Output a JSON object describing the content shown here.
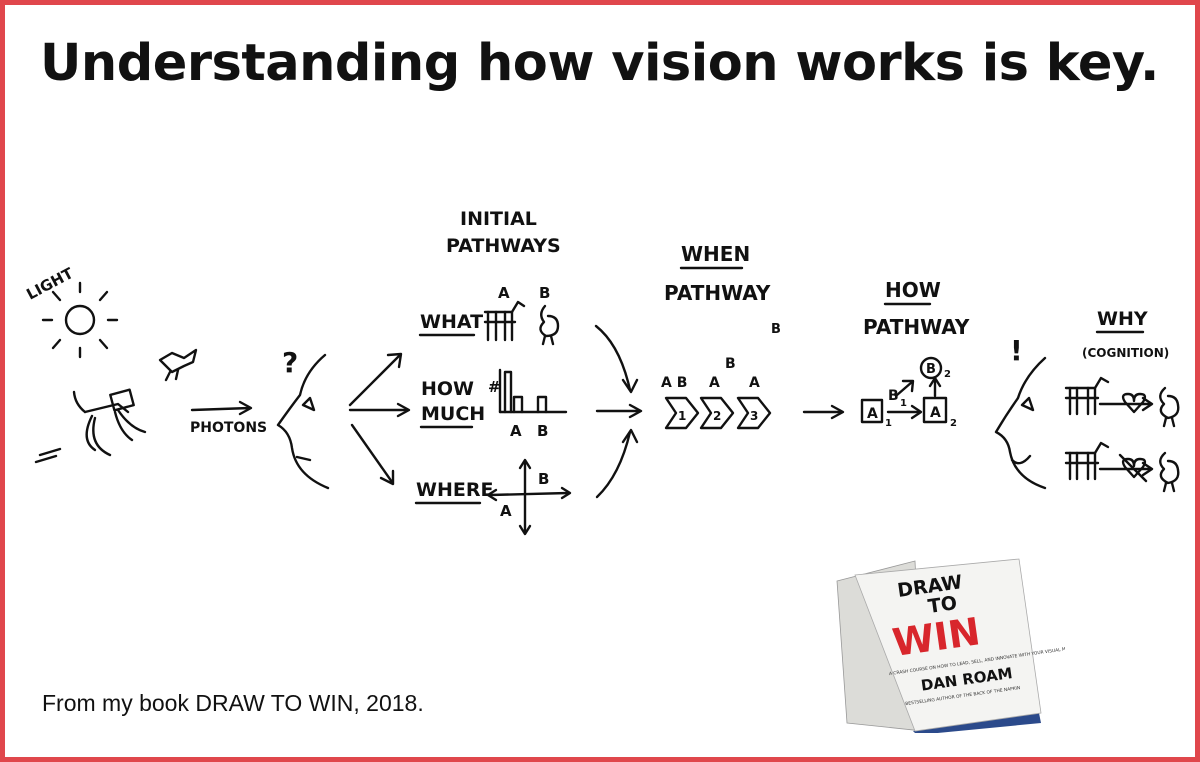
{
  "title": "Understanding how vision works is key.",
  "caption": "From my book DRAW TO WIN, 2018.",
  "diagram": {
    "light": "LIGHT",
    "photons": "PHOTONS",
    "question": "?",
    "initial_pathways": [
      "INITIAL",
      "PATHWAYS"
    ],
    "what": "WHAT",
    "how_much": [
      "HOW",
      "MUCH"
    ],
    "where": "WHERE",
    "hash": "#",
    "letter_a": "A",
    "letter_b": "B",
    "when_pathway": [
      "WHEN",
      "PATHWAY"
    ],
    "when_labels": [
      "A B",
      "A",
      "B",
      "A"
    ],
    "when_steps": [
      "1",
      "2",
      "3"
    ],
    "how_pathway": [
      "HOW",
      "PATHWAY"
    ],
    "how_labels": {
      "a1": "A",
      "sub1": "1",
      "b1": "B",
      "b1sub": "1",
      "b2": "B",
      "b2sub": "2",
      "a2": "A",
      "a2sub": "2"
    },
    "exclaim": "!",
    "why": "WHY",
    "cognition": "(COGNITION)"
  },
  "book": {
    "title_line1": "DRAW",
    "title_line2": "TO",
    "title_line3": "WIN",
    "subtitle": "A CRASH COURSE ON HOW TO LEAD, SELL, AND INNOVATE WITH YOUR VISUAL MIND",
    "author": "DAN ROAM",
    "tagline": "BESTSELLING AUTHOR OF THE BACK OF THE NAPKIN",
    "colors": {
      "accent": "#d8262c",
      "cover": "#f4f4f2",
      "spine": "#2b4a8b"
    }
  }
}
